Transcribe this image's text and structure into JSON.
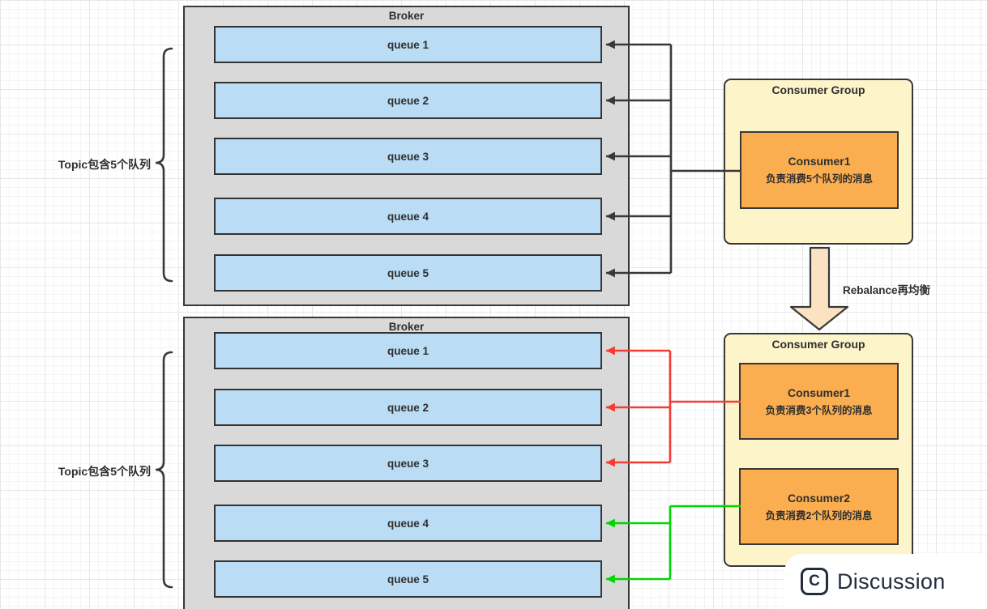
{
  "brokers": {
    "top": {
      "title": "Broker",
      "queues": [
        "queue 1",
        "queue 2",
        "queue 3",
        "queue 4",
        "queue 5"
      ]
    },
    "bottom": {
      "title": "Broker",
      "queues": [
        "queue 1",
        "queue 2",
        "queue 3",
        "queue 4",
        "queue 5"
      ]
    }
  },
  "topic_labels": {
    "top": "Topic包含5个队列",
    "bottom": "Topic包含5个队列"
  },
  "consumer_groups": {
    "top": {
      "title": "Consumer Group",
      "consumers": [
        {
          "name": "Consumer1",
          "desc": "负责消费5个队列的消息"
        }
      ]
    },
    "bottom": {
      "title": "Consumer Group",
      "consumers": [
        {
          "name": "Consumer1",
          "desc": "负责消费3个队列的消息"
        },
        {
          "name": "Consumer2",
          "desc": "负责消费2个队列的消息"
        }
      ]
    }
  },
  "rebalance": {
    "label": "Rebalance再均衡"
  },
  "watermark": {
    "icon": "copyright-icon",
    "icon_glyph": "C",
    "label": "Discussion"
  },
  "colors": {
    "queue_fill": "#badcf4",
    "broker_fill": "#d9d9d9",
    "group_fill": "#fdf4ca",
    "consumer_fill": "#faae4f",
    "rebalance_arrow_fill": "#fbe2c2",
    "connector_black": "#383838",
    "connector_red": "#f53b32",
    "connector_green": "#00d600",
    "watermark_text": "#222e3e"
  }
}
